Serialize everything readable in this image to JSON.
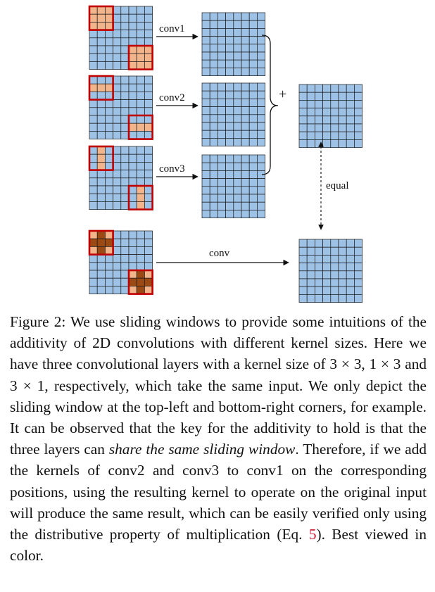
{
  "figure": {
    "colors": {
      "cell_fill": "#9ec2e6",
      "grid_line": "#1a1a1a",
      "highlight_light": "#f2b48a",
      "highlight_dark": "#9a4a12",
      "window_border": "#c00000"
    },
    "labels": {
      "conv1": "conv1",
      "conv2": "conv2",
      "conv3": "conv3",
      "conv": "conv",
      "plus": "+",
      "equal": "equal"
    }
  },
  "caption": {
    "prefix": "Figure 2:",
    "part1": " We use sliding windows to provide some intuitions of the additivity of 2D convolutions with different kernel sizes. Here we have three convolutional layers with a kernel size of 3 × 3, 1 × 3 and 3 × 1, respectively, which take the same input. We only depict the sliding window at the top-left and bottom-right corners, for example. It can be observed that the key for the additivity to hold is that the three layers can ",
    "emphasis": "share the same sliding window",
    "part2": ". Therefore, if we add the kernels of conv2 and conv3 to conv1 on the corresponding positions, using the resulting kernel to operate on the original input will produce the same result, which can be easily verified only using the distributive property of multiplication (Eq. ",
    "eq_ref": "5",
    "part3": "). Best viewed in color."
  }
}
